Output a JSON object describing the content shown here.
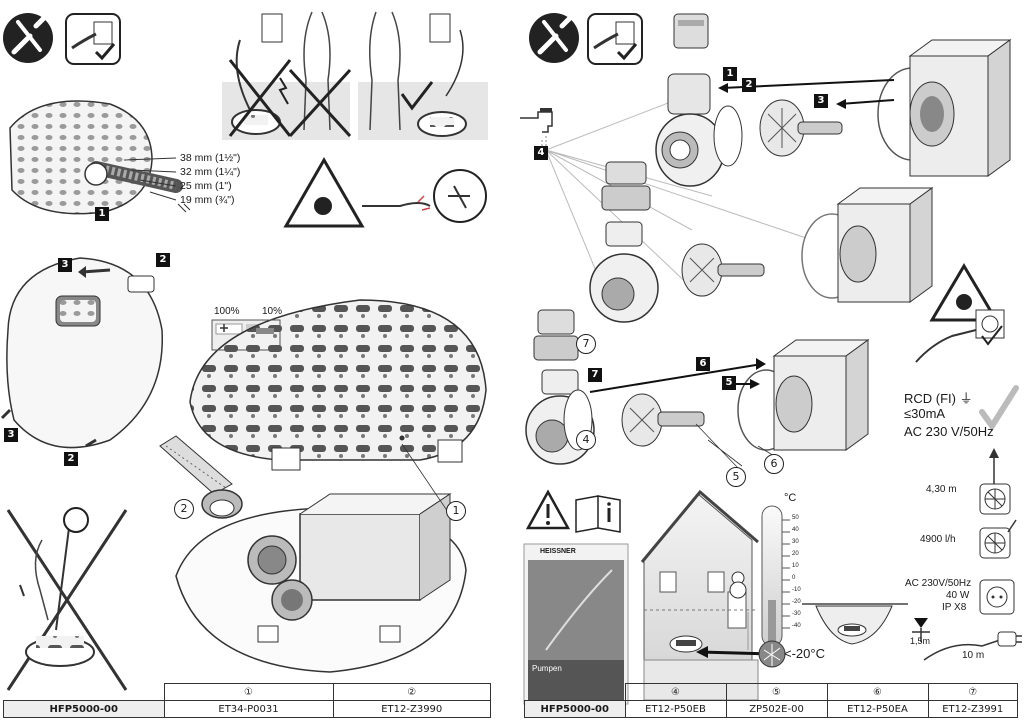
{
  "left": {
    "hose_sizes": [
      "38 mm (1½\")",
      "32 mm (1¼\")",
      "25 mm (1\")",
      "19 mm (¾\")"
    ],
    "flow_scale": {
      "max": "100%",
      "min": "10%"
    },
    "step_badges": [
      "1",
      "2",
      "3",
      "3",
      "2"
    ],
    "part_callouts": [
      "1",
      "2"
    ],
    "table": {
      "model": "HFP5000-00",
      "headers": [
        "①",
        "②"
      ],
      "values": [
        "ET34-P0031",
        "ET12-Z3990"
      ]
    }
  },
  "right": {
    "step_badges": [
      "1",
      "2",
      "3",
      "4",
      "6",
      "7",
      "5"
    ],
    "part_callouts": [
      "7",
      "4",
      "5",
      "6"
    ],
    "rcd": [
      "RCD (FI) ⏚",
      "≤30mA",
      "AC 230 V/50Hz"
    ],
    "specs": {
      "head": "4,30 m",
      "flow": "4900 l/h",
      "power_lines": [
        "AC 230V/50Hz",
        "40 W",
        "IP X8"
      ],
      "cable": "10 m",
      "depth": "1,5m"
    },
    "thermometer": {
      "unit": "°C",
      "ticks": [
        "50",
        "40",
        "30",
        "20",
        "10",
        "0",
        "-10",
        "-20",
        "-30",
        "-40"
      ],
      "freeze": "<-20°C"
    },
    "brochure": {
      "brand": "HEISSNER",
      "title": "Pumpen"
    },
    "table": {
      "model": "HFP5000-00",
      "headers": [
        "④",
        "⑤",
        "⑥",
        "⑦"
      ],
      "values": [
        "ET12-P50EB",
        "ZP502E-00",
        "ET12-P50EA",
        "ET12-Z3991"
      ]
    }
  }
}
